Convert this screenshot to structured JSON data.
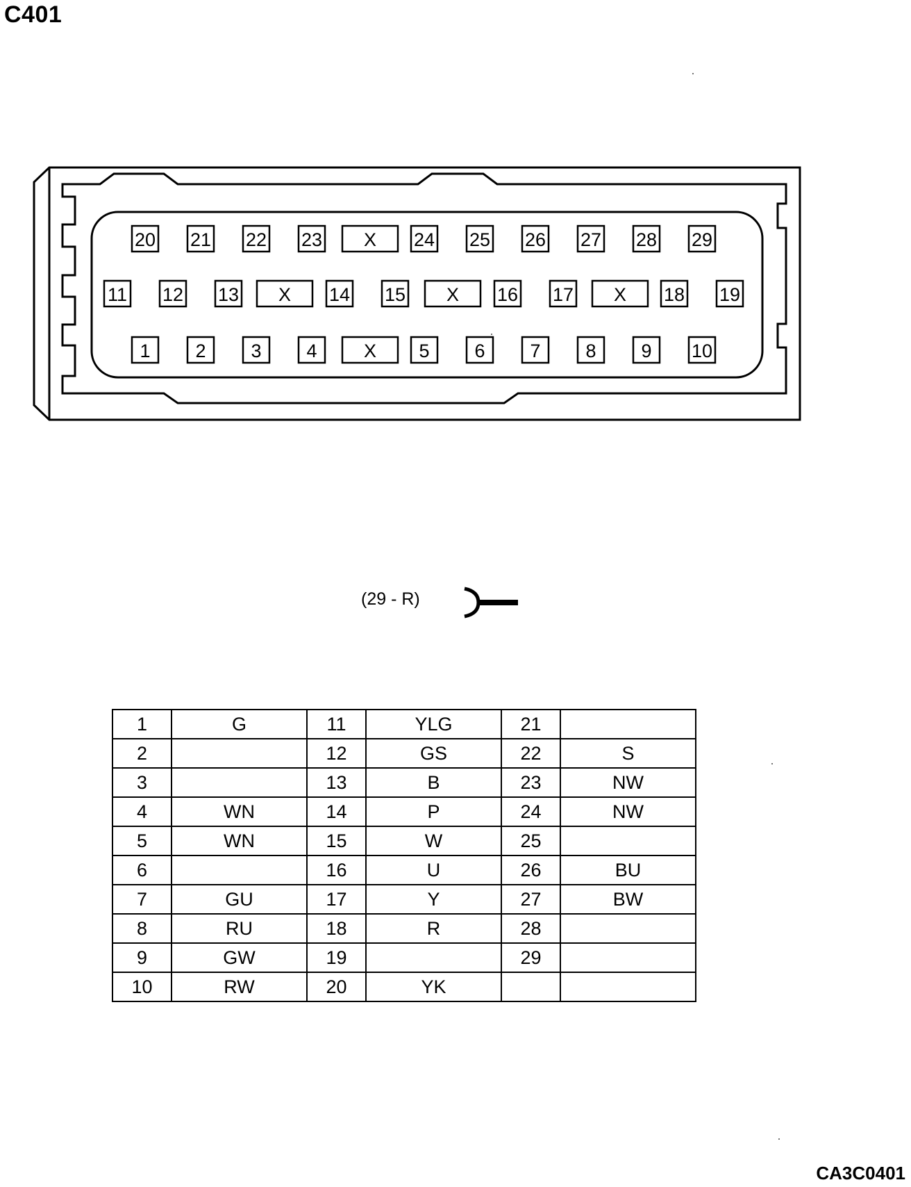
{
  "title": "C401",
  "code": "CA3C0401",
  "connector": {
    "rows": [
      [
        "20",
        "21",
        "22",
        "23",
        "X",
        "24",
        "25",
        "26",
        "27",
        "28",
        "29"
      ],
      [
        "11",
        "12",
        "13",
        "X",
        "14",
        "15",
        "X",
        "16",
        "17",
        "X",
        "18",
        "19"
      ],
      [
        "1",
        "2",
        "3",
        "4",
        "X",
        "5",
        "6",
        "7",
        "8",
        "9",
        "10"
      ]
    ]
  },
  "legend": {
    "label": "(29 - R)",
    "icon": "female-terminal-icon"
  },
  "table": {
    "rows": [
      [
        "1",
        "G",
        "11",
        "YLG",
        "21",
        ""
      ],
      [
        "2",
        "",
        "12",
        "GS",
        "22",
        "S"
      ],
      [
        "3",
        "",
        "13",
        "B",
        "23",
        "NW"
      ],
      [
        "4",
        "WN",
        "14",
        "P",
        "24",
        "NW"
      ],
      [
        "5",
        "WN",
        "15",
        "W",
        "25",
        ""
      ],
      [
        "6",
        "",
        "16",
        "U",
        "26",
        "BU"
      ],
      [
        "7",
        "GU",
        "17",
        "Y",
        "27",
        "BW"
      ],
      [
        "8",
        "RU",
        "18",
        "R",
        "28",
        ""
      ],
      [
        "9",
        "GW",
        "19",
        "",
        "29",
        ""
      ],
      [
        "10",
        "RW",
        "20",
        "YK",
        "",
        ""
      ]
    ]
  }
}
